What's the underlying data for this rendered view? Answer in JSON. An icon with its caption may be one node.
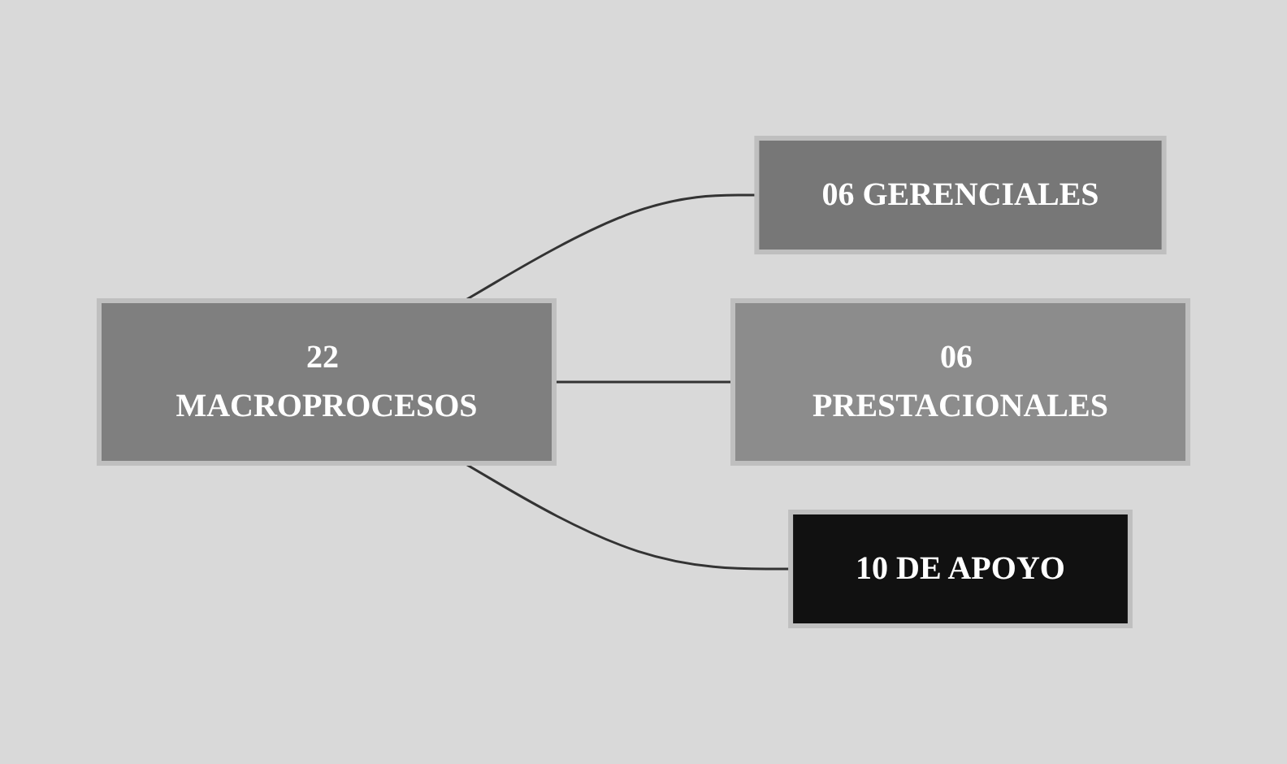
{
  "diagram": {
    "nodes": [
      {
        "text": [
          "22 MACROPROCESOS"
        ]
      },
      {
        "text": [
          "06 GERENCIALES"
        ]
      },
      {
        "text": [
          "06 PRESTACIONALES"
        ]
      },
      {
        "text": [
          "10 DE APOYO"
        ]
      }
    ],
    "edges": [
      {
        "from": 0,
        "to": 1,
        "arrow": "none"
      },
      {
        "from": 0,
        "to": 2,
        "arrow": "none"
      },
      {
        "from": 0,
        "to": 3,
        "arrow": "none"
      }
    ]
  }
}
